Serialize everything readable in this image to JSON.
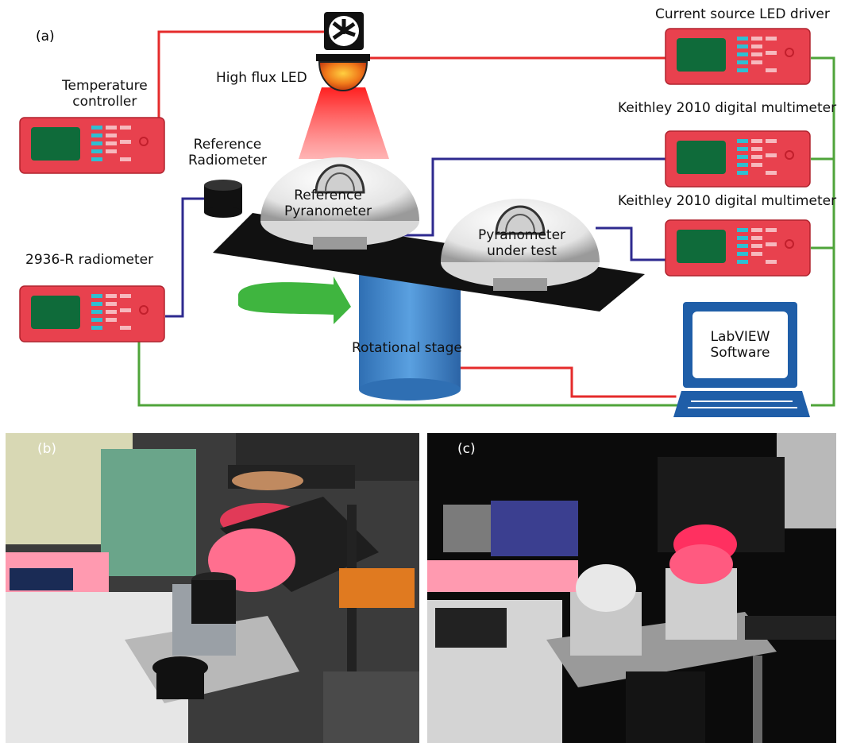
{
  "panels": {
    "a": "(a)",
    "b": "(b)",
    "c": "(c)"
  },
  "labels": {
    "temperature_controller": "Temperature\ncontroller",
    "high_flux_led": "High flux LED",
    "current_source": "Current source LED driver",
    "keithley_1": "Keithley 2010 digital multimeter",
    "keithley_2": "Keithley 2010 digital multimeter",
    "reference_radiometer": "Reference\nRadiometer",
    "reference_pyranometer": "Reference\nPyranometer",
    "pyranometer_under_test": "Pyranometer\nunder test",
    "radiometer_2936": "2936-R radiometer",
    "rotational_stage": "Rotational stage",
    "labview": "LabVIEW\nSoftware"
  },
  "colors": {
    "instrument": "#e8414e",
    "screen": "#0f6b3a",
    "buttons": "#2fbfd2",
    "wire_red": "#e52b2b",
    "wire_blue": "#2e2a8f",
    "wire_green": "#4fa43a",
    "led_beam": "#ff2b2b",
    "stage": "#3f86c9",
    "arrow": "#3fb53f",
    "monitor": "#1f5ea8"
  }
}
